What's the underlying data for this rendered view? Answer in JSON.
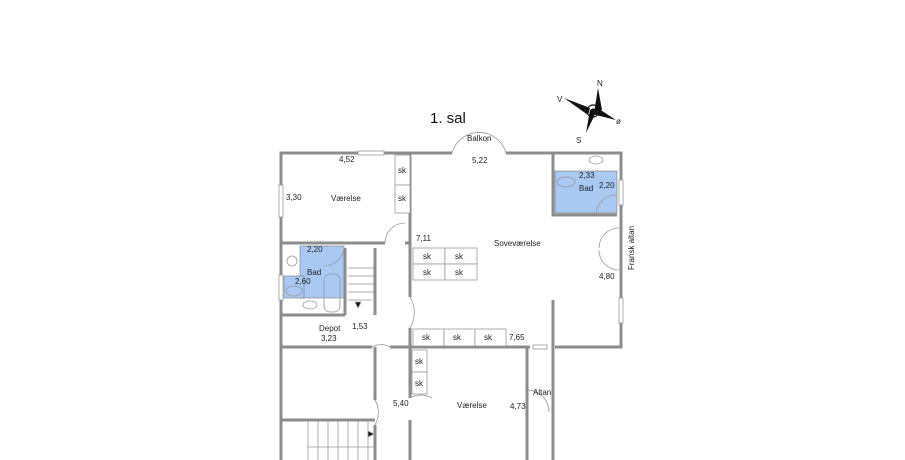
{
  "title": "1. sal",
  "compass": {
    "n": "N",
    "v": "V",
    "s": "S",
    "o": "ø"
  },
  "colors": {
    "bathroom": "#a9c8f2",
    "wall": "#8c8c8c"
  },
  "rooms": {
    "balkon": "Balkon",
    "vaerelse_top": {
      "name": "Værelse",
      "width": "4,52",
      "depth": "3,30"
    },
    "sovevaerelse": {
      "name": "Soveværelse",
      "top": "5,22",
      "left": "7,11",
      "right": "4,80",
      "bottom": "7,65"
    },
    "bad_right": {
      "name": "Bad",
      "a": "2,33",
      "b": "2,20"
    },
    "bad_left": {
      "name": "Bad",
      "a": "2,20",
      "b": "2,60"
    },
    "depot": {
      "name": "Depot",
      "a": "3,23",
      "b": "1,53"
    },
    "fransk_altan": "Fransk altan",
    "vaerelse_bottom": {
      "name": "Værelse",
      "a": "5,40",
      "b": "4,73"
    },
    "altan": "Altan"
  },
  "closet_label": "sk"
}
